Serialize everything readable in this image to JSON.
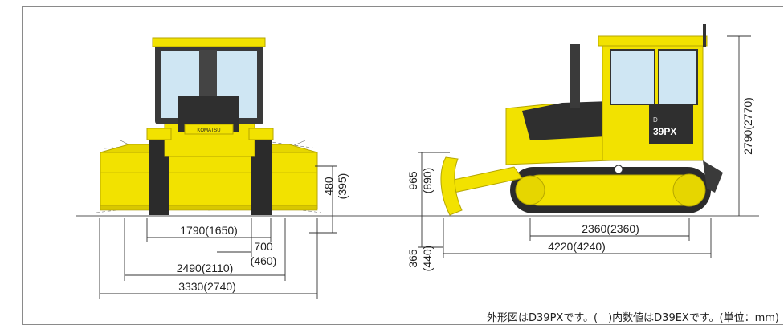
{
  "front_view": {
    "dims": {
      "gauge": "1790(1650)",
      "shoe": "700",
      "shoe_alt": "(460)",
      "track_width": "2490(2110)",
      "blade_width": "3330(2740)",
      "blade_lift": "480",
      "blade_lift_alt": "(395)"
    },
    "logo_text": "KOMATSU"
  },
  "side_view": {
    "dims": {
      "blade_height": "965",
      "blade_height_alt": "(890)",
      "height": "2790(2770)",
      "tumbler": "2360(2360)",
      "length": "4220(4240)",
      "dig_depth": "365",
      "dig_depth_alt": "(440)"
    },
    "model_badge": "D39PX",
    "model_badge_d": "D",
    "model_badge_num": "39PX"
  },
  "caption": "外形図はD39PXです。(　)内数値はD39EXです。(単位：mm)",
  "colors": {
    "body": "#f2e200",
    "body_dark": "#c9b800",
    "track": "#2b2b2b",
    "cab": "#3a3a3a",
    "glass": "#cfe6f3"
  }
}
